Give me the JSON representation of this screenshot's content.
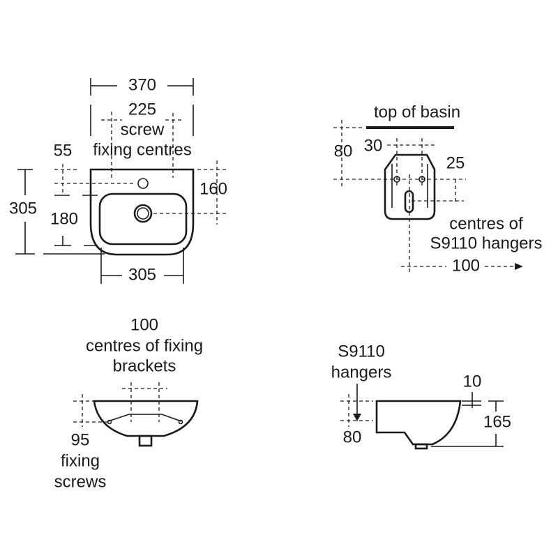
{
  "front_view": {
    "overall_width": "370",
    "screw_centres": "225",
    "screw_label": "screw",
    "fixing_label": "fixing centres",
    "dim_55": "55",
    "dim_160": "160",
    "overall_height": "305",
    "dim_180": "180",
    "bowl_width": "305"
  },
  "hanger_view": {
    "top_label": "top of basin",
    "dim_80": "80",
    "dim_30": "30",
    "dim_25": "25",
    "centres_label_1": "centres of",
    "centres_label_2": "S9110 hangers",
    "dim_100": "100"
  },
  "rear_view": {
    "dim_100": "100",
    "label_1": "centres of fixing",
    "label_2": "brackets",
    "dim_95": "95",
    "screws_label_1": "fixing",
    "screws_label_2": "screws"
  },
  "side_view": {
    "hanger_label_1": "S9110",
    "hanger_label_2": "hangers",
    "dim_10": "10",
    "dim_165": "165",
    "dim_80": "80"
  }
}
